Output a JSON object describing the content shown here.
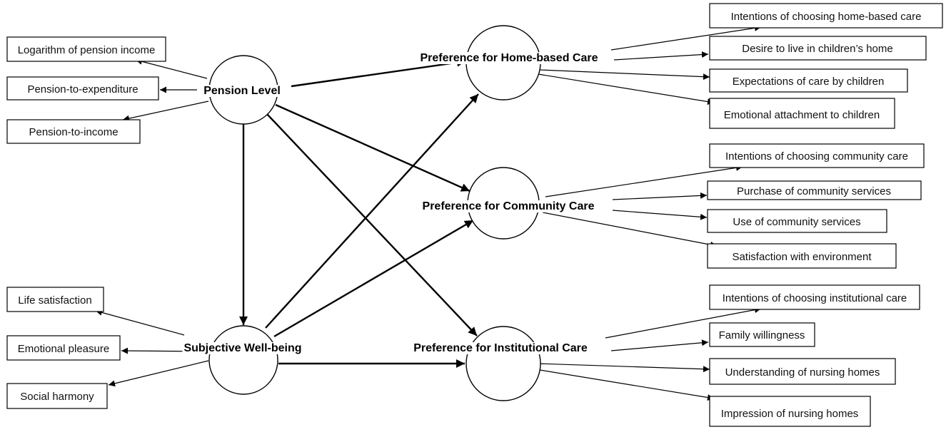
{
  "latents": {
    "pension": {
      "label": "Pension Level"
    },
    "swb": {
      "label": "Subjective Well-being"
    },
    "home": {
      "label": "Preference for Home-based Care"
    },
    "community": {
      "label": "Preference for Community Care"
    },
    "institutional": {
      "label": "Preference for Institutional Care"
    }
  },
  "indicators": {
    "pension": [
      "Logarithm of pension income",
      "Pension-to-expenditure",
      "Pension-to-income"
    ],
    "swb": [
      "Life satisfaction",
      "Emotional pleasure",
      "Social harmony"
    ],
    "home": [
      "Intentions of choosing home-based care",
      "Desire to live in children’s home",
      "Expectations of care by children",
      "Emotional attachment to children"
    ],
    "community": [
      "Intentions of choosing community care",
      "Purchase of community services",
      "Use of community services",
      "Satisfaction with environment"
    ],
    "institutional": [
      "Intentions of choosing institutional care",
      "Family willingness",
      "Understanding of nursing homes",
      "Impression of nursing homes"
    ]
  },
  "paths": [
    {
      "from": "pension",
      "to": "home"
    },
    {
      "from": "pension",
      "to": "community"
    },
    {
      "from": "pension",
      "to": "institutional"
    },
    {
      "from": "pension",
      "to": "swb"
    },
    {
      "from": "swb",
      "to": "home"
    },
    {
      "from": "swb",
      "to": "community"
    },
    {
      "from": "swb",
      "to": "institutional"
    }
  ]
}
